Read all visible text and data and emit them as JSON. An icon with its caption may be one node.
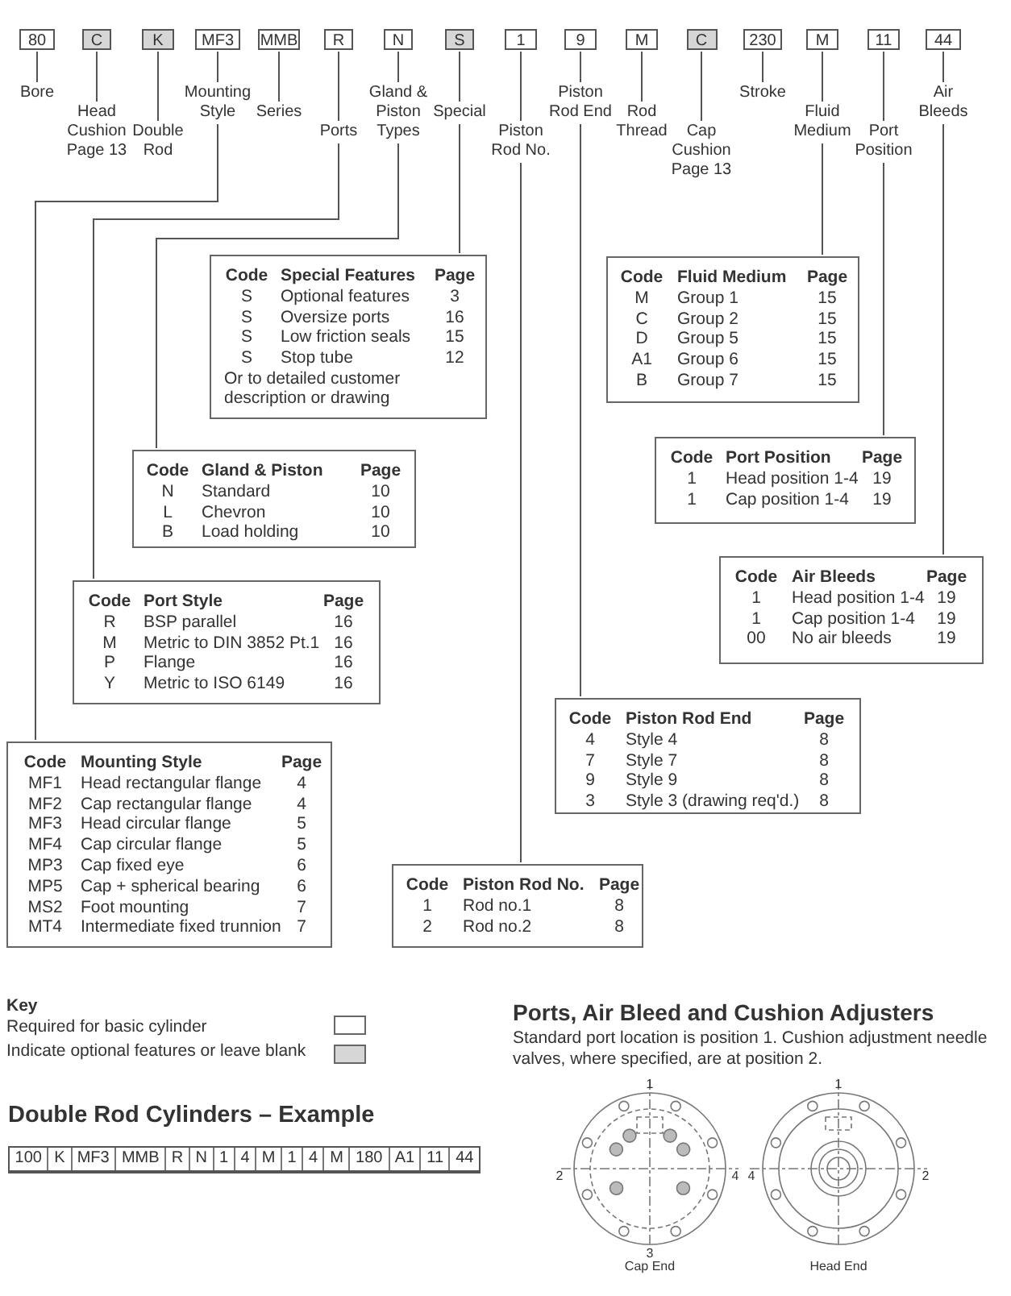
{
  "diagram": {
    "nodes": [
      {
        "text": [
          "80"
        ]
      },
      {
        "text": [
          "C"
        ]
      },
      {
        "text": [
          "K"
        ]
      },
      {
        "text": [
          "MF3"
        ]
      },
      {
        "text": [
          "MMB"
        ]
      },
      {
        "text": [
          "R"
        ]
      },
      {
        "text": [
          "N"
        ]
      },
      {
        "text": [
          "S"
        ]
      },
      {
        "text": [
          "1"
        ]
      },
      {
        "text": [
          "9"
        ]
      },
      {
        "text": [
          "M"
        ]
      },
      {
        "text": [
          "C"
        ]
      },
      {
        "text": [
          "230"
        ]
      },
      {
        "text": [
          "M"
        ]
      },
      {
        "text": [
          "11"
        ]
      },
      {
        "text": [
          "44"
        ]
      },
      {
        "text": [
          "Bore"
        ]
      },
      {
        "text": [
          "Head Cushion Page 13"
        ]
      },
      {
        "text": [
          "Double Rod"
        ]
      },
      {
        "text": [
          "Mounting Style"
        ]
      },
      {
        "text": [
          "Series"
        ]
      },
      {
        "text": [
          "Ports"
        ]
      },
      {
        "text": [
          "Gland & Piston Types"
        ]
      },
      {
        "text": [
          "Special"
        ]
      },
      {
        "text": [
          "Piston Rod No."
        ]
      },
      {
        "text": [
          "Piston Rod End"
        ]
      },
      {
        "text": [
          "Rod Thread"
        ]
      },
      {
        "text": [
          "Cap Cushion Page 13"
        ]
      },
      {
        "text": [
          "Stroke"
        ]
      },
      {
        "text": [
          "Fluid Medium"
        ]
      },
      {
        "text": [
          "Port Position"
        ]
      },
      {
        "text": [
          "Air Bleeds"
        ]
      },
      {
        "text": [
          "Code",
          "Special Features",
          "Page",
          "S",
          "Optional features",
          "3",
          "S",
          "Oversize ports",
          "16",
          "S",
          "Low friction seals",
          "15",
          "S",
          "Stop tube",
          "12",
          "Or to detailed customer description or drawing"
        ]
      },
      {
        "text": [
          "Code",
          "Fluid Medium",
          "Page",
          "M",
          "Group 1",
          "15",
          "C",
          "Group 2",
          "15",
          "D",
          "Group 5",
          "15",
          "A1",
          "Group 6",
          "15",
          "B",
          "Group 7",
          "15"
        ]
      },
      {
        "text": [
          "Code",
          "Gland & Piston",
          "Page",
          "N",
          "Standard",
          "10",
          "L",
          "Chevron",
          "10",
          "B",
          "Load holding",
          "10"
        ]
      },
      {
        "text": [
          "Code",
          "Port Position",
          "Page",
          "1",
          "Head position 1-4",
          "19",
          "1",
          "Cap position 1-4",
          "19"
        ]
      },
      {
        "text": [
          "Code",
          "Air Bleeds",
          "Page",
          "1",
          "Head position 1-4",
          "19",
          "1",
          "Cap position 1-4",
          "19",
          "00",
          "No air bleeds",
          "19"
        ]
      },
      {
        "text": [
          "Code",
          "Port Style",
          "Page",
          "R",
          "BSP parallel",
          "16",
          "M",
          "Metric to DIN 3852 Pt.1",
          "16",
          "P",
          "Flange",
          "16",
          "Y",
          "Metric to ISO 6149",
          "16"
        ]
      },
      {
        "text": [
          "Code",
          "Piston Rod End",
          "Page",
          "4",
          "Style 4",
          "8",
          "7",
          "Style 7",
          "8",
          "9",
          "Style 9",
          "8",
          "3",
          "Style 3 (drawing req'd.)",
          "8"
        ]
      },
      {
        "text": [
          "Code",
          "Mounting Style",
          "Page",
          "MF1",
          "Head rectangular flange",
          "4",
          "MF2",
          "Cap rectangular flange",
          "4",
          "MF3",
          "Head circular flange",
          "5",
          "MF4",
          "Cap circular flange",
          "5",
          "MP3",
          "Cap fixed eye",
          "6",
          "MP5",
          "Cap + spherical bearing",
          "6",
          "MS2",
          "Foot mounting",
          "7",
          "MT4",
          "Intermediate fixed trunnion",
          "7"
        ]
      },
      {
        "text": [
          "Code",
          "Piston Rod No.",
          "Page",
          "1",
          "Rod no.1",
          "8",
          "2",
          "Rod no.2",
          "8"
        ]
      }
    ],
    "edges": [
      {
        "from": 0,
        "to": 16,
        "arrow": "none"
      },
      {
        "from": 1,
        "to": 17,
        "arrow": "none"
      },
      {
        "from": 2,
        "to": 18,
        "arrow": "none"
      },
      {
        "from": 3,
        "to": 19,
        "arrow": "none"
      },
      {
        "from": 4,
        "to": 20,
        "arrow": "none"
      },
      {
        "from": 5,
        "to": 21,
        "arrow": "none"
      },
      {
        "from": 6,
        "to": 22,
        "arrow": "none"
      },
      {
        "from": 7,
        "to": 23,
        "arrow": "none"
      },
      {
        "from": 8,
        "to": 24,
        "arrow": "none"
      },
      {
        "from": 9,
        "to": 25,
        "arrow": "none"
      },
      {
        "from": 10,
        "to": 26,
        "arrow": "none"
      },
      {
        "from": 11,
        "to": 27,
        "arrow": "none"
      },
      {
        "from": 12,
        "to": 28,
        "arrow": "none"
      },
      {
        "from": 13,
        "to": 29,
        "arrow": "none"
      },
      {
        "from": 14,
        "to": 30,
        "arrow": "none"
      },
      {
        "from": 15,
        "to": 31,
        "arrow": "none"
      },
      {
        "from": 19,
        "to": 39,
        "arrow": "none"
      },
      {
        "from": 21,
        "to": 37,
        "arrow": "none"
      },
      {
        "from": 22,
        "to": 34,
        "arrow": "none"
      },
      {
        "from": 23,
        "to": 32,
        "arrow": "none"
      },
      {
        "from": 24,
        "to": 40,
        "arrow": "none"
      },
      {
        "from": 25,
        "to": 38,
        "arrow": "none"
      },
      {
        "from": 29,
        "to": 33,
        "arrow": "none"
      },
      {
        "from": 30,
        "to": 35,
        "arrow": "none"
      },
      {
        "from": 31,
        "to": 36,
        "arrow": "none"
      }
    ],
    "labels": [
      "Key",
      "Ports, Air Bleed and Cushion Adjusters",
      "Standard port location is position 1. Cushion adjustment needle valves, where specified, are at position 2.",
      "Double Rod Cylinders – Example",
      "100",
      "K",
      "MF3",
      "MMB",
      "R",
      "N",
      "1",
      "4",
      "M",
      "1",
      "4",
      "M",
      "180",
      "A1",
      "11",
      "44",
      "1",
      "1",
      "2",
      "4",
      "4",
      "2",
      "3",
      "Cap End",
      "Head End"
    ],
    "legend": [
      {
        "text": "Required for basic cylinder",
        "color": "#ffffff"
      },
      {
        "text": "Indicate optional features or leave blank",
        "color": "#d6d6d6"
      }
    ]
  }
}
